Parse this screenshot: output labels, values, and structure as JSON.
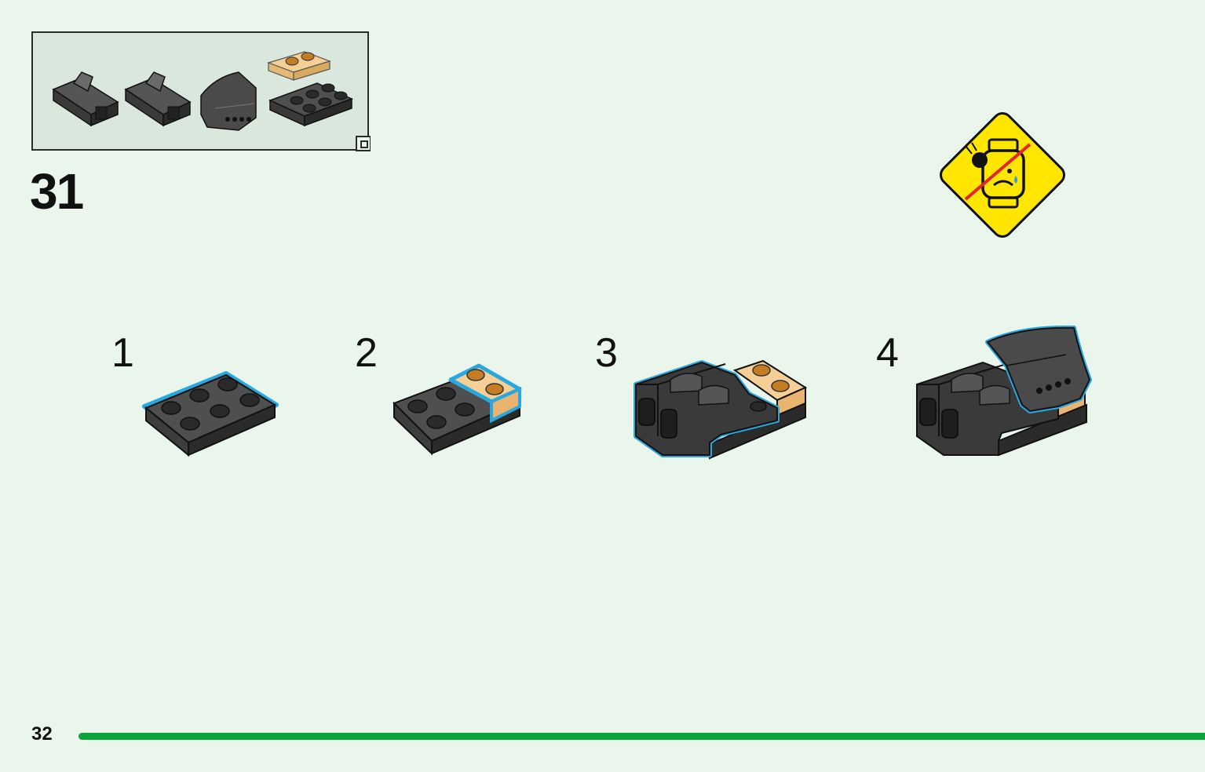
{
  "step": {
    "number": "31"
  },
  "substeps": [
    {
      "label": "1"
    },
    {
      "label": "2"
    },
    {
      "label": "3"
    },
    {
      "label": "4"
    }
  ],
  "parts_list": {
    "items": [
      {
        "icon": "dark-gray-bracket-brick-icon"
      },
      {
        "icon": "dark-gray-bracket-brick-icon"
      },
      {
        "icon": "dark-gray-curved-slope-icon"
      },
      {
        "icon": "tan-1x2-plate-icon"
      },
      {
        "icon": "dark-gray-2x3-plate-icon"
      }
    ]
  },
  "warning": {
    "icon": "no-eye-injury-warning-icon"
  },
  "footer": {
    "page_number": "32"
  },
  "colors": {
    "background": "#eaf5ec",
    "parts_box": "#d9e7dc",
    "progress": "#0aa43a",
    "highlight": "#29a8e0",
    "warning_yellow": "#ffe600",
    "dark_gray": "#3a3a3a",
    "tan": "#f2c27f"
  }
}
